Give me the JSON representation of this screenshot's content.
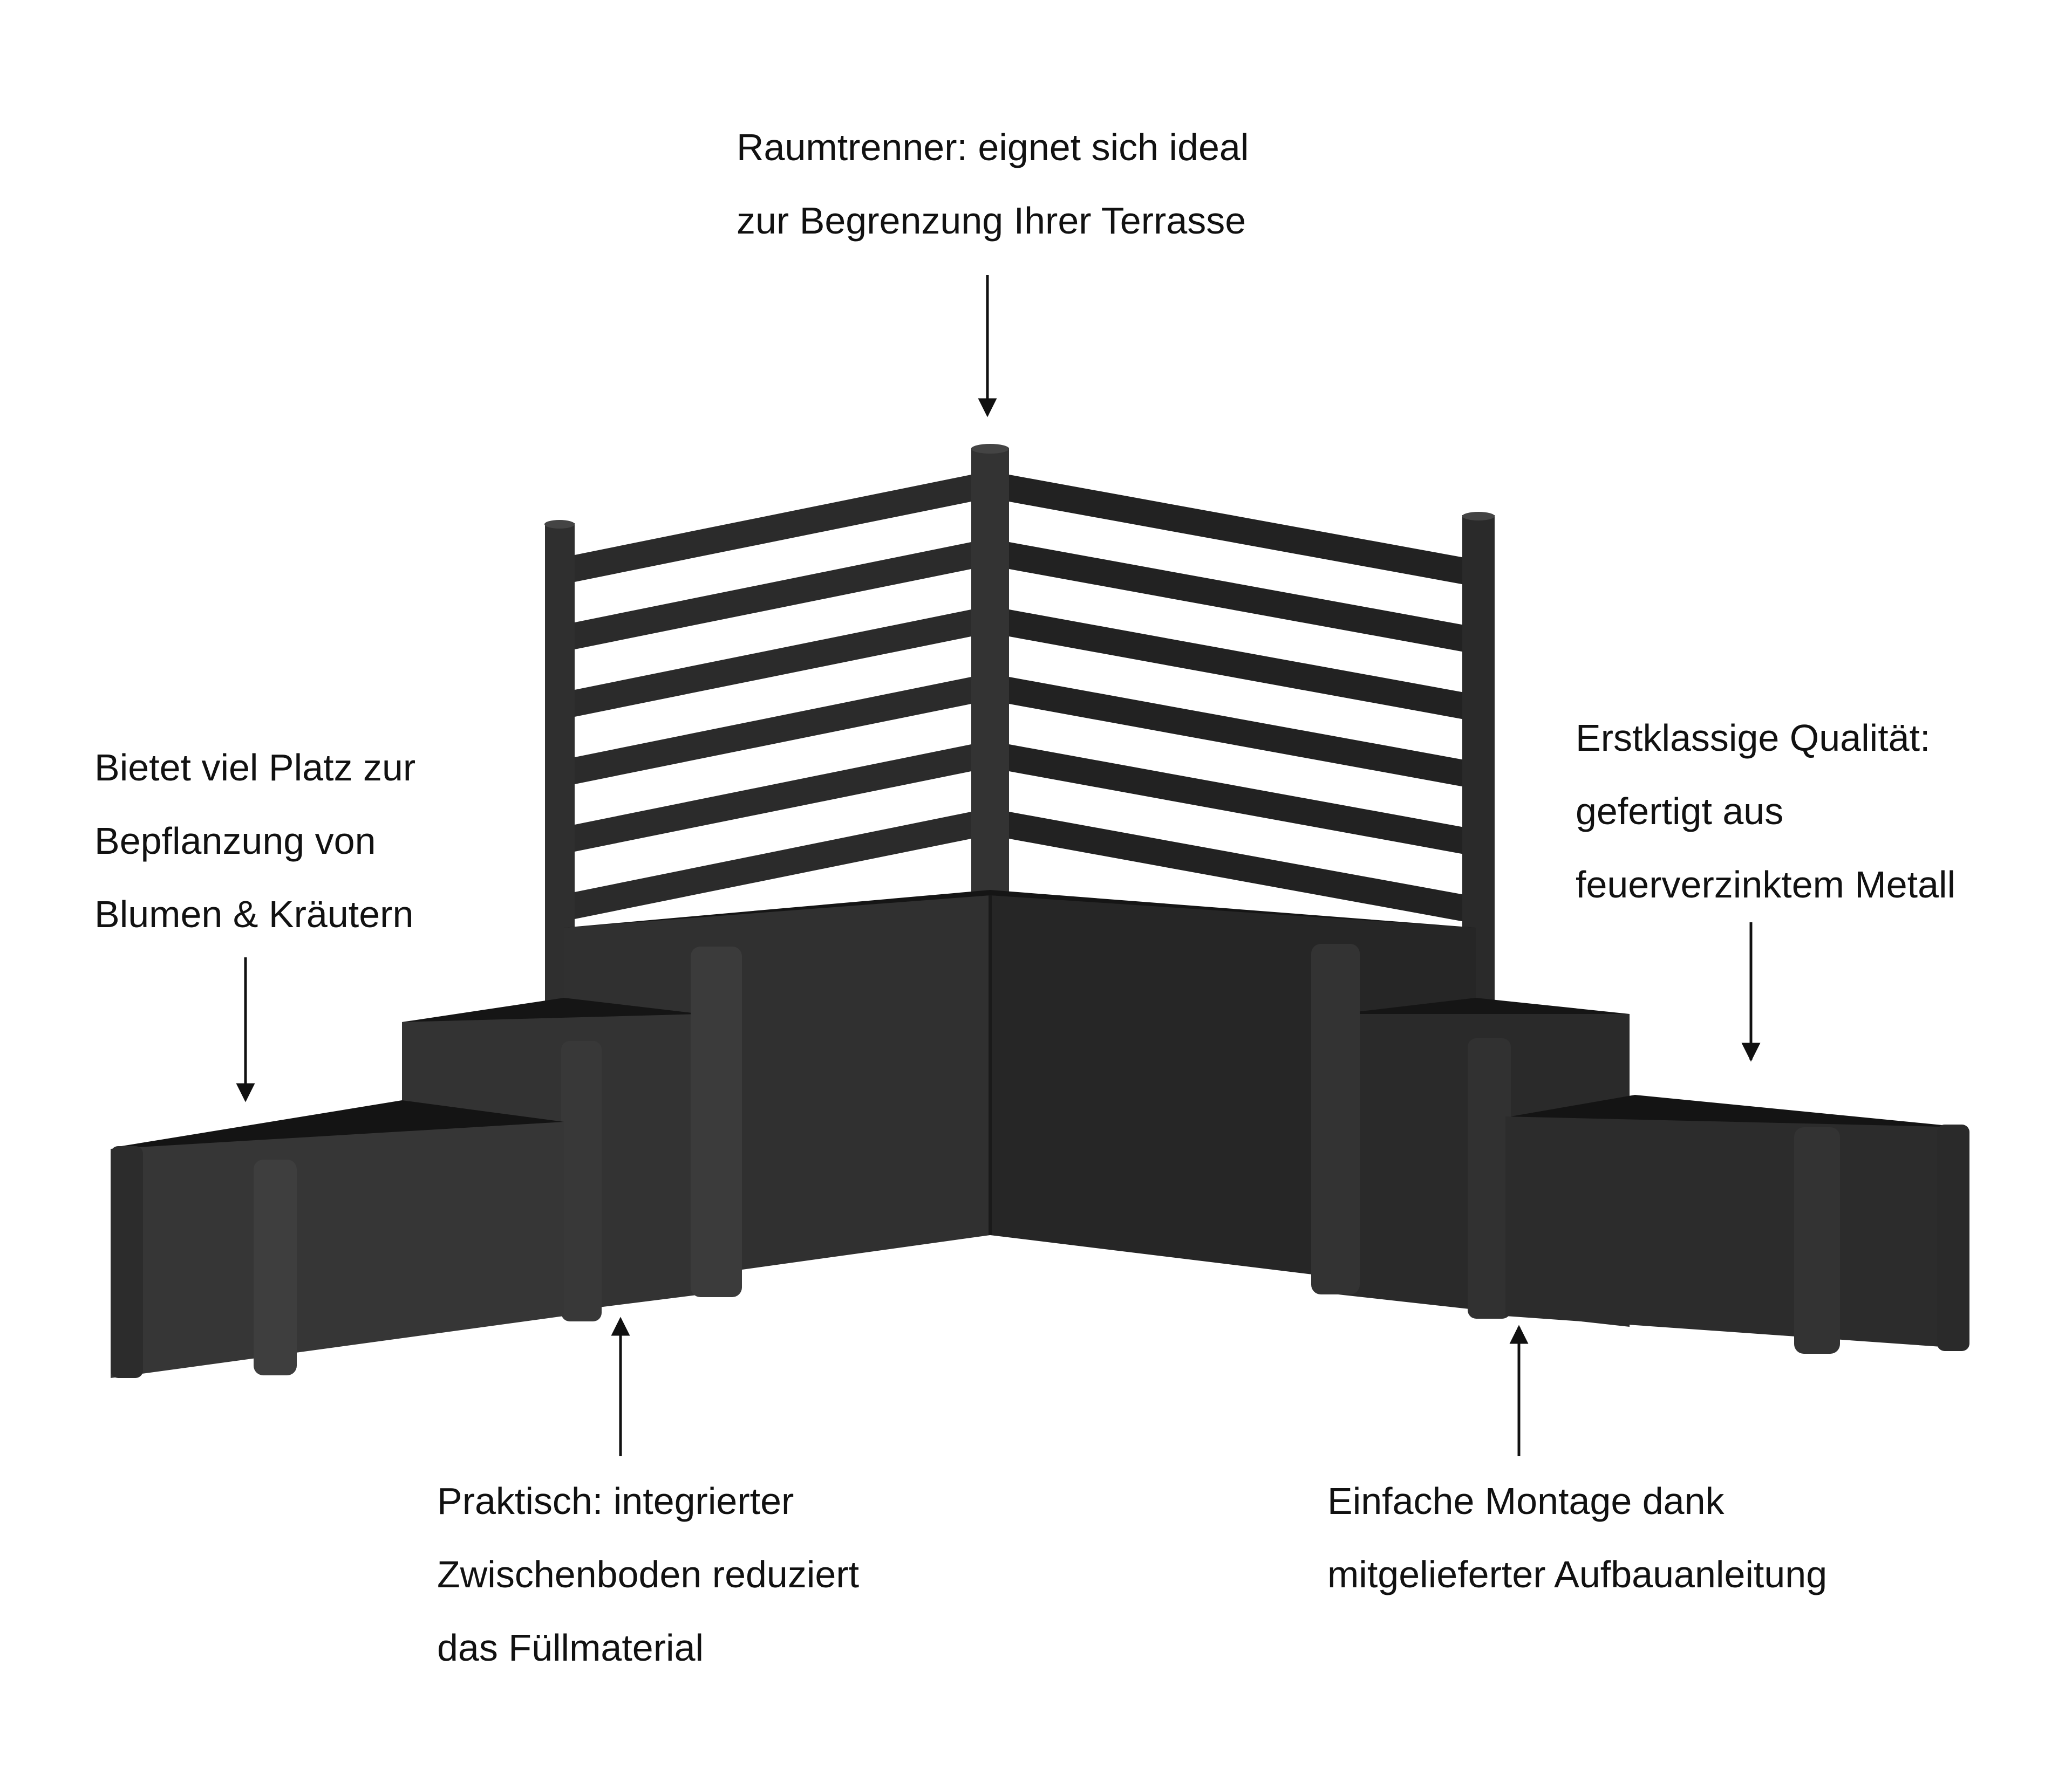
{
  "colors": {
    "background": "#ffffff",
    "text": "#111111",
    "arrow": "#111111",
    "metal_dark": "#262626",
    "metal_mid": "#333333",
    "metal_light": "#3d3d3d",
    "metal_edge": "#151515"
  },
  "callouts": {
    "top": {
      "lines": [
        "Raumtrenner: eignet sich ideal",
        "zur Begrenzung Ihrer Terrasse"
      ]
    },
    "left": {
      "lines": [
        "Bietet viel Platz zur",
        "Bepflanzung von",
        "Blumen & Kräutern"
      ]
    },
    "right": {
      "lines": [
        "Erstklassige Qualität:",
        "gefertigt aus",
        "feuerverzinktem Metall"
      ]
    },
    "bottom_left": {
      "lines": [
        "Praktisch: integrierter",
        "Zwischenboden reduziert",
        "das Füllmaterial"
      ]
    },
    "bottom_right": {
      "lines": [
        "Einfache Montage dank",
        "mitgelieferter Aufbauanleitung"
      ]
    }
  },
  "product": {
    "icon": "corner-raised-bed-with-privacy-screen-icon"
  }
}
